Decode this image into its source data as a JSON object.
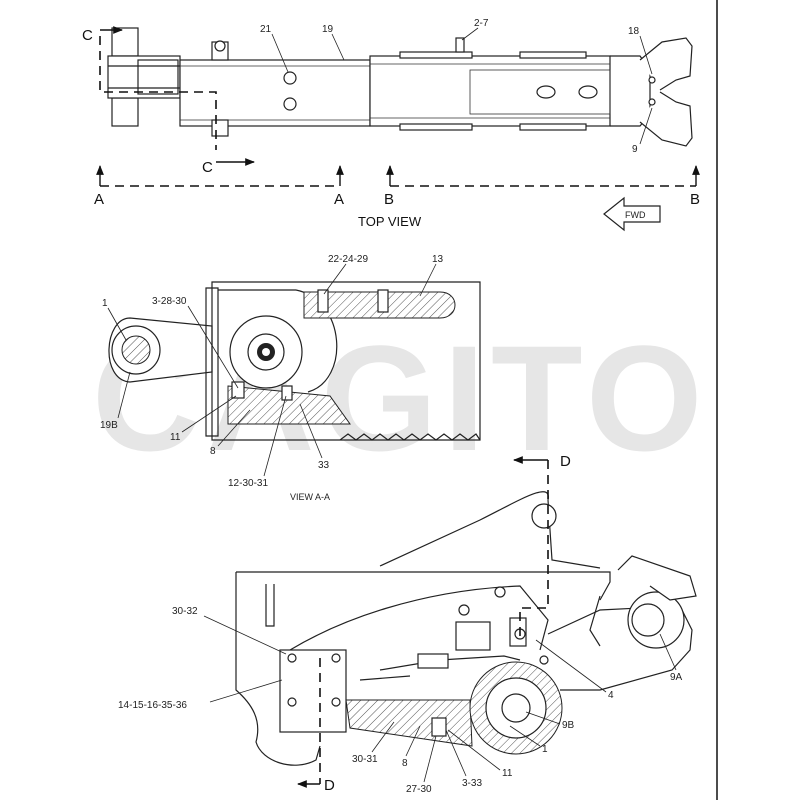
{
  "watermark": "CAGITO",
  "top_view": {
    "title": "TOP VIEW",
    "fwd": "FWD",
    "section_letters": {
      "c_top": "C",
      "c_bottom": "C",
      "a_left": "A",
      "a_right": "A",
      "b_left": "B",
      "b_right": "B"
    },
    "callouts": {
      "c21": "21",
      "c19": "19",
      "c27": "2-7",
      "c18": "18",
      "c9": "9"
    }
  },
  "view_aa": {
    "title": "VIEW  A-A",
    "callouts": {
      "c1": "1",
      "c32830": "3-28-30",
      "c222429": "22-24-29",
      "c13": "13",
      "c19b": "19B",
      "c11": "11",
      "c8": "8",
      "c33": "33",
      "c123031": "12-30-31"
    }
  },
  "lower_view": {
    "section_letters": {
      "d_top": "D",
      "d_bottom": "D"
    },
    "callouts": {
      "c3032": "30-32",
      "c1415": "14-15-16-35-36",
      "c4": "4",
      "c9a": "9A",
      "c9b": "9B",
      "c1": "1",
      "c3031": "30-31",
      "c8": "8",
      "c11": "11",
      "c2730": "27-30",
      "c333": "3-33"
    }
  }
}
